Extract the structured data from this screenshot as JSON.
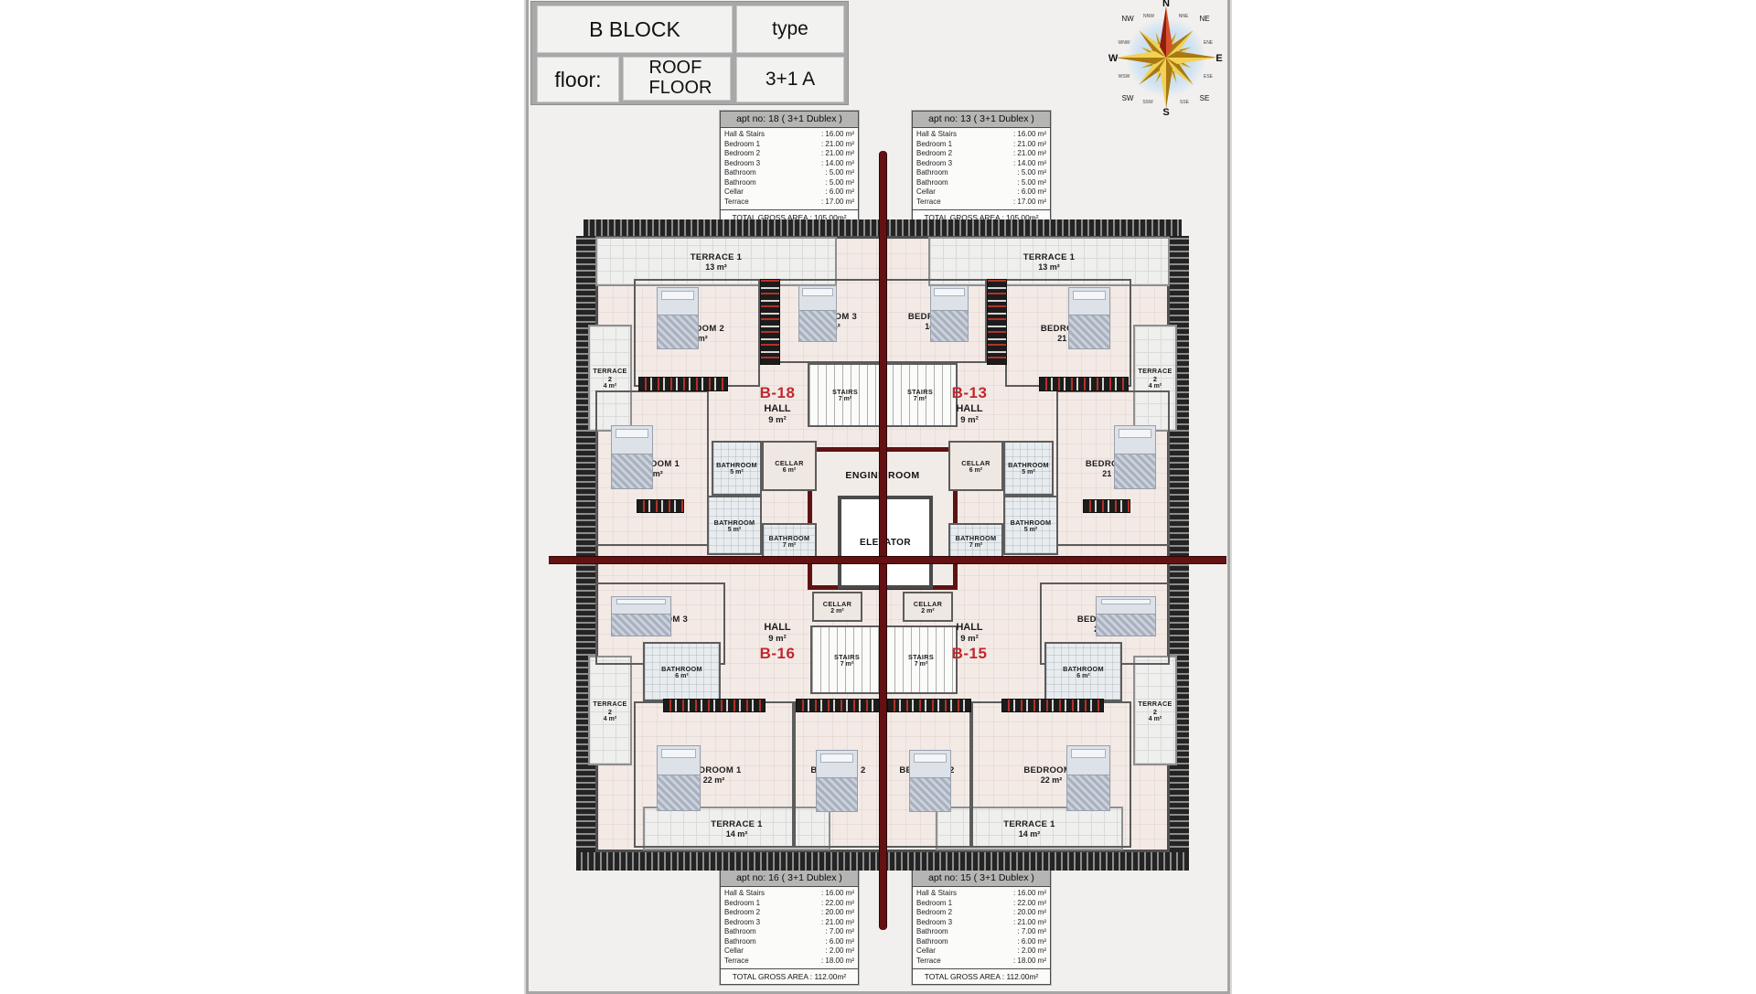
{
  "sheet": {
    "block": "B BLOCK",
    "type_label": "type",
    "floor_label": "floor:",
    "floor_value": "ROOF\nFLOOR",
    "type_value": "3+1 A"
  },
  "compass": {
    "points": {
      "n": "N",
      "nne": "NNE",
      "ne": "NE",
      "ene": "ENE",
      "e": "E",
      "ese": "ESE",
      "se": "SE",
      "sse": "SSE",
      "s": "S",
      "ssw": "SSW",
      "sw": "SW",
      "wsw": "WSW",
      "w": "W",
      "wnw": "WNW",
      "nw": "NW",
      "nnw": "NNW"
    }
  },
  "apartments": [
    {
      "title": "apt no: 18 ( 3+1 Dublex )",
      "rows": [
        {
          "label": "Hall & Stairs",
          "value": ": 16.00 m²"
        },
        {
          "label": "Bedroom 1",
          "value": ": 21.00 m²"
        },
        {
          "label": "Bedroom 2",
          "value": ": 21.00 m²"
        },
        {
          "label": "Bedroom 3",
          "value": ": 14.00 m²"
        },
        {
          "label": "Bathroom",
          "value": ": 5.00 m²"
        },
        {
          "label": "Bathroom",
          "value": ": 5.00 m²"
        },
        {
          "label": "Cellar",
          "value": ": 6.00 m²"
        },
        {
          "label": "Terrace",
          "value": ": 17.00 m²"
        }
      ],
      "total": "TOTAL GROSS AREA : 105.00m²"
    },
    {
      "title": "apt no: 13 ( 3+1 Dublex )",
      "rows": [
        {
          "label": "Hall & Stairs",
          "value": ": 16.00 m²"
        },
        {
          "label": "Bedroom 1",
          "value": ": 21.00 m²"
        },
        {
          "label": "Bedroom 2",
          "value": ": 21.00 m²"
        },
        {
          "label": "Bedroom 3",
          "value": ": 14.00 m²"
        },
        {
          "label": "Bathroom",
          "value": ": 5.00 m²"
        },
        {
          "label": "Bathroom",
          "value": ": 5.00 m²"
        },
        {
          "label": "Cellar",
          "value": ": 6.00 m²"
        },
        {
          "label": "Terrace",
          "value": ": 17.00 m²"
        }
      ],
      "total": "TOTAL GROSS AREA : 105.00m²"
    },
    {
      "title": "apt no: 16 ( 3+1 Dublex )",
      "rows": [
        {
          "label": "Hall & Stairs",
          "value": ": 16.00 m²"
        },
        {
          "label": "Bedroom 1",
          "value": ": 22.00 m²"
        },
        {
          "label": "Bedroom 2",
          "value": ": 20.00 m²"
        },
        {
          "label": "Bedroom 3",
          "value": ": 21.00 m²"
        },
        {
          "label": "Bathroom",
          "value": ": 7.00 m²"
        },
        {
          "label": "Bathroom",
          "value": ": 6.00 m²"
        },
        {
          "label": "Cellar",
          "value": ": 2.00 m²"
        },
        {
          "label": "Terrace",
          "value": ": 18.00 m²"
        }
      ],
      "total": "TOTAL GROSS AREA : 112.00m²"
    },
    {
      "title": "apt no: 15 ( 3+1 Dublex )",
      "rows": [
        {
          "label": "Hall & Stairs",
          "value": ": 16.00 m²"
        },
        {
          "label": "Bedroom 1",
          "value": ": 22.00 m²"
        },
        {
          "label": "Bedroom 2",
          "value": ": 20.00 m²"
        },
        {
          "label": "Bedroom 3",
          "value": ": 21.00 m²"
        },
        {
          "label": "Bathroom",
          "value": ": 7.00 m²"
        },
        {
          "label": "Bathroom",
          "value": ": 6.00 m²"
        },
        {
          "label": "Cellar",
          "value": ": 2.00 m²"
        },
        {
          "label": "Terrace",
          "value": ": 18.00 m²"
        }
      ],
      "total": "TOTAL GROSS AREA : 112.00m²"
    }
  ],
  "plan": {
    "units": {
      "tl": "B-18",
      "tr": "B-13",
      "bl": "B-16",
      "br": "B-15"
    },
    "hall": {
      "name": "HALL",
      "area": "9 m²"
    },
    "core": {
      "engine_room": "ENGINE ROOM",
      "elevator": "ELEVATOR"
    },
    "rooms": {
      "terrace1_tl": {
        "label": "TERRACE 1",
        "area": "13 m²"
      },
      "terrace1_tr": {
        "label": "TERRACE 1",
        "area": "13 m²"
      },
      "terrace1_bl": {
        "label": "TERRACE 1",
        "area": "14 m²"
      },
      "terrace1_br": {
        "label": "TERRACE 1",
        "area": "14 m²"
      },
      "terrace2_tl": {
        "label": "TERRACE 2",
        "area": "4 m²"
      },
      "terrace2_tr": {
        "label": "TERRACE 2",
        "area": "4 m²"
      },
      "terrace2_bl": {
        "label": "TERRACE 2",
        "area": "4 m²"
      },
      "terrace2_br": {
        "label": "TERRACE 2",
        "area": "4 m²"
      },
      "bedroom2_tl": {
        "label": "BEDROOM 2",
        "area": "21 m²"
      },
      "bedroom2_tr": {
        "label": "BEDROOM 2",
        "area": "21 m²"
      },
      "bedroom3_tl": {
        "label": "BEDROOM 3",
        "area": "14 m²"
      },
      "bedroom3_tr": {
        "label": "BEDROOM 3",
        "area": "14 m²"
      },
      "bedroom1_tl": {
        "label": "BEDROOM 1",
        "area": "21 m²"
      },
      "bedroom1_tr": {
        "label": "BEDROOM 1",
        "area": "21 m²"
      },
      "bedroom3_bl": {
        "label": "BEDROOM 3",
        "area": "21 m²"
      },
      "bedroom3_br": {
        "label": "BEDROOM 3",
        "area": "21 m²"
      },
      "bedroom1_bl": {
        "label": "BEDROOM 1",
        "area": "22 m²"
      },
      "bedroom1_br": {
        "label": "BEDROOM 1",
        "area": "22 m²"
      },
      "bedroom2_bl": {
        "label": "BEDROOM 2",
        "area": "20 m²"
      },
      "bedroom2_br": {
        "label": "BEDROOM 2",
        "area": "20 m²"
      },
      "bathroom_a_tl": {
        "label": "BATHROOM",
        "area": "5 m²"
      },
      "bathroom_a_tr": {
        "label": "BATHROOM",
        "area": "5 m²"
      },
      "bathroom_b_tl": {
        "label": "BATHROOM",
        "area": "5 m²"
      },
      "bathroom_b_tr": {
        "label": "BATHROOM",
        "area": "5 m²"
      },
      "bathroom7_l": {
        "label": "BATHROOM",
        "area": "7 m²"
      },
      "bathroom7_r": {
        "label": "BATHROOM",
        "area": "7 m²"
      },
      "bathroom6_bl": {
        "label": "BATHROOM",
        "area": "6 m²"
      },
      "bathroom6_br": {
        "label": "BATHROOM",
        "area": "6 m²"
      },
      "cellar_tl": {
        "label": "CELLAR",
        "area": "6 m²"
      },
      "cellar_tr": {
        "label": "CELLAR",
        "area": "6 m²"
      },
      "cellar2_bl": {
        "label": "CELLAR",
        "area": "2 m²"
      },
      "cellar2_br": {
        "label": "CELLAR",
        "area": "2 m²"
      },
      "stairs_tl": {
        "label": "STAIRS",
        "area": "7 m²"
      },
      "stairs_tr": {
        "label": "STAIRS",
        "area": "7 m²"
      },
      "stairs_bl": {
        "label": "STAIRS",
        "area": "7 m²"
      },
      "stairs_br": {
        "label": "STAIRS",
        "area": "7 m²"
      }
    }
  },
  "colors": {
    "section_line": "#641113",
    "unit_id": "#c1272d",
    "wall": "#4f4f4f"
  }
}
